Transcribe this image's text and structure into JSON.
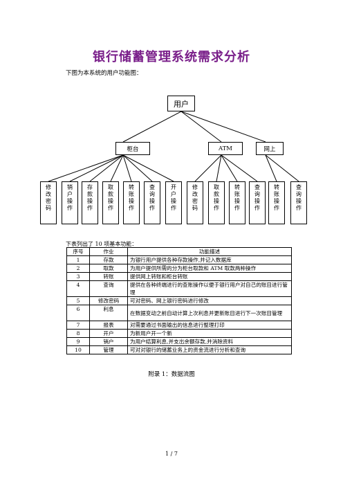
{
  "title": "银行储蓄管理系统需求分析",
  "intro": "下图为本系统的用户功能图：",
  "diagram": {
    "root": "用户",
    "branches": [
      "柜台",
      "ATM",
      "网上"
    ],
    "leaves": [
      "修改密码",
      "销户操作",
      "存款操作",
      "取款操作",
      "转账操作",
      "查询操作",
      "开户操作",
      "修改密码",
      "取款操作",
      "转账操作",
      "查询操作",
      "转账操作",
      "查询操作"
    ]
  },
  "table_caption": "下表列出了 10 项基本功能：",
  "table": {
    "headers": [
      "序号",
      "作业",
      "功能描述"
    ],
    "rows": [
      {
        "no": "1",
        "op": "存款",
        "desc": "为银行用户提供各种存款操作,并记入数据库"
      },
      {
        "no": "2",
        "op": "取款",
        "desc": "为用户提供所需的分为柜台取款和 ATM 取款两种操作"
      },
      {
        "no": "3",
        "op": "转账",
        "desc": "提供网上转账和柜台转账"
      },
      {
        "no": "4",
        "op": "查询",
        "desc": "提供在各种终端进行的查账操作以便于银行用户对自己的账目进行管理"
      },
      {
        "no": "5",
        "op": "修改密码",
        "desc": "可对密码、网上银行密码进行修改"
      },
      {
        "no": "6",
        "op": "利息",
        "desc": "在数据变动之前自动计算上次利息并更新账目进行下一次账目管理"
      },
      {
        "no": "7",
        "op": "报表",
        "desc": "对需要通过书面输出的信息进行整理打印"
      },
      {
        "no": "8",
        "op": "开户",
        "desc": "为新用户开一个新"
      },
      {
        "no": "9",
        "op": "销户",
        "desc": "为用户结算利息,并支出余额存款,并消除资料"
      },
      {
        "no": "10",
        "op": "管理",
        "desc": "可对对银行的储蓄业务上的资金流进行分析和查询"
      }
    ]
  },
  "appendix": "附录 1：数据流图",
  "page": "1  / 7"
}
